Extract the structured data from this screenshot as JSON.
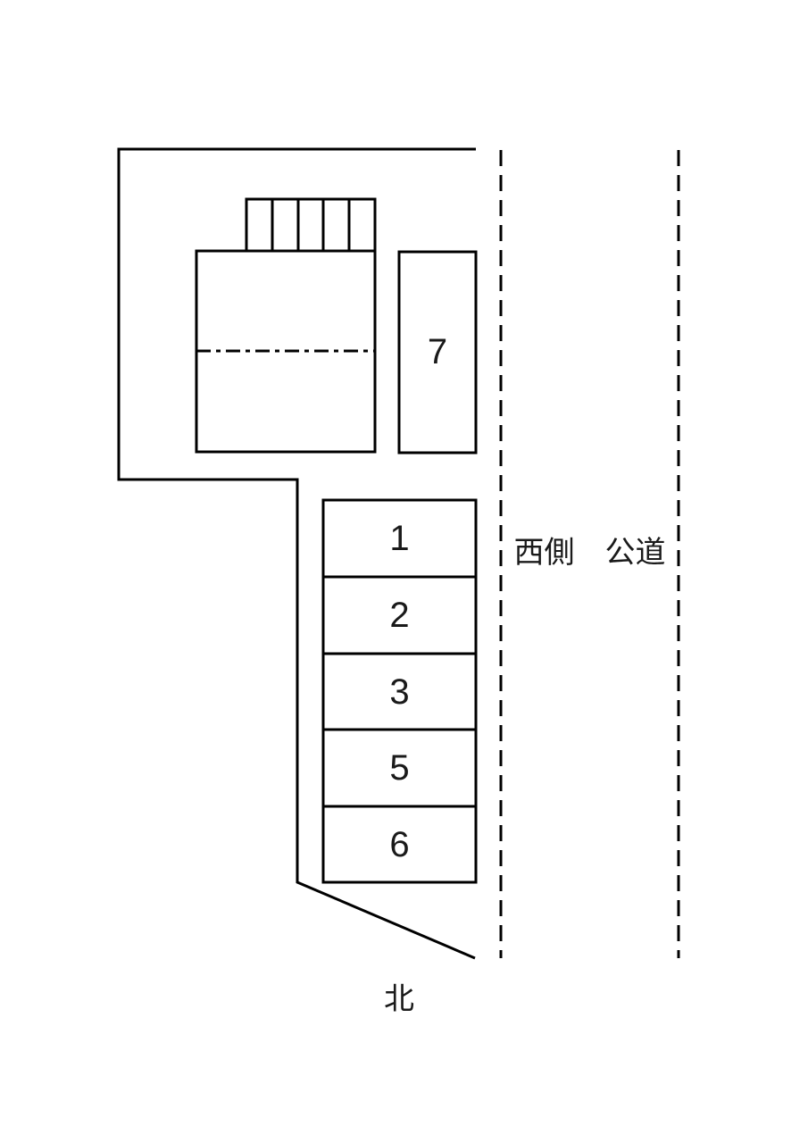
{
  "diagram": {
    "type": "parking-site-plan",
    "background_color": "#ffffff",
    "line_color": "#000000"
  },
  "spaces": [
    "1",
    "2",
    "3",
    "5",
    "6"
  ],
  "labels": {
    "space_7": "7",
    "road": "西側　公道",
    "north": "北"
  }
}
